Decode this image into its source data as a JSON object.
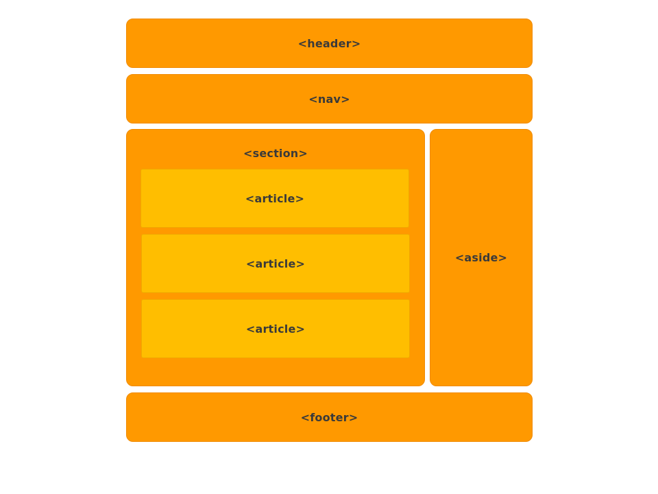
{
  "boxes": {
    "header": "<header>",
    "nav": "<nav>",
    "section": "<section>",
    "articles": [
      "<article>",
      "<article>",
      "<article>"
    ],
    "aside": "<aside>",
    "footer": "<footer>"
  },
  "colors": {
    "container": "#ff9900",
    "article": "#ffbe00",
    "text": "#3a3a3a",
    "background": "#ffffff"
  }
}
